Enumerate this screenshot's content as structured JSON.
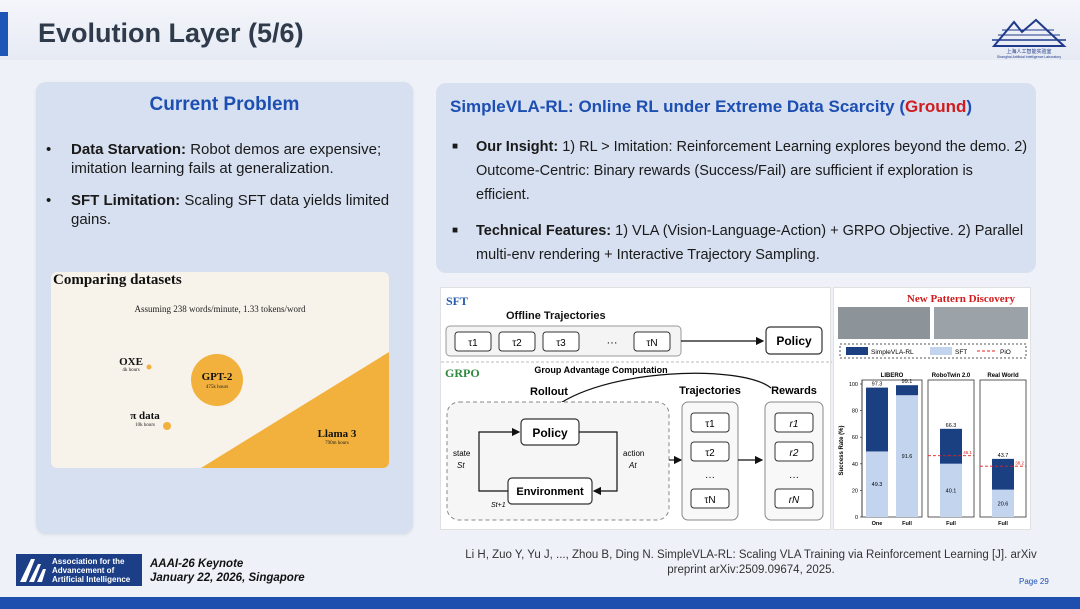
{
  "header": {
    "title": "Evolution Layer (5/6)"
  },
  "logo": {
    "text": "上海人工智能实验室",
    "sub": "Shanghai Artificial Intelligence Laboratory"
  },
  "left_card": {
    "title": "Current Problem",
    "bullets": [
      {
        "head": "Data Starvation:",
        "body": " Robot demos are expensive; imitation learning fails at generalization."
      },
      {
        "head": "SFT Limitation:",
        "body": " Scaling SFT data yields limited gains."
      }
    ],
    "figure": {
      "title": "Comparing datasets",
      "subtitle": "Assuming 238 words/minute, 1.33 tokens/word",
      "items": [
        {
          "name": "OXE",
          "sub": "4k hours"
        },
        {
          "name": "π data",
          "sub": "10k hours"
        },
        {
          "name": "GPT-2",
          "sub": "475k hours"
        },
        {
          "name": "Llama 3",
          "sub": "790m hours"
        }
      ]
    }
  },
  "right_card": {
    "title_main": "SimpleVLA-RL: Online RL under Extreme Data Scarcity ",
    "title_open": "(",
    "title_red": "Ground",
    "title_close": ")",
    "bullets": [
      {
        "head": "Our Insight:",
        "body": " 1) RL > Imitation: Reinforcement Learning explores beyond the demo. 2) Outcome-Centric: Binary rewards (Success/Fail) are sufficient if exploration is efficient."
      },
      {
        "head": "Technical Features:",
        "body": " 1) VLA (Vision-Language-Action) + GRPO Objective. 2) Parallel multi-env rendering + Interactive Trajectory Sampling."
      }
    ]
  },
  "diagram": {
    "sft_label": "SFT",
    "offline_label": "Offline Trajectories",
    "offline_taus": [
      "τ1",
      "τ2",
      "τ3",
      "τN"
    ],
    "ellipsis": "···",
    "policy_label": "Policy",
    "grpo_label": "GRPO",
    "group_adv_label": "Group Advantage Computation",
    "rollout_label": "Rollout",
    "trajectories_label": "Trajectories",
    "rewards_label": "Rewards",
    "state_label": "state",
    "state_sym": "St",
    "action_label": "action",
    "action_sym": "At",
    "next_state_sym": "St+1",
    "environment_label": "Environment",
    "traj_items": [
      "τ1",
      "τ2",
      "···",
      "τN"
    ],
    "reward_items": [
      "r1",
      "r2",
      "···",
      "rN"
    ]
  },
  "chart_data": {
    "type": "bar",
    "title": "New Pattern Discovery",
    "legend": [
      "SimpleVLA-RL",
      "SFT",
      "PiO"
    ],
    "legend_placement": "top",
    "ylabel": "Success Rate (%)",
    "ylim": [
      0,
      100
    ],
    "yticks": [
      0,
      20,
      40,
      60,
      80,
      100
    ],
    "groups": [
      {
        "name": "LIBERO",
        "categories": [
          "One",
          "Full"
        ],
        "sft": [
          49.3,
          91.6
        ],
        "simplevla": [
          97.3,
          99.1
        ]
      },
      {
        "name": "RoboTwin 2.0",
        "categories": [
          "Full"
        ],
        "sft": [
          40.1
        ],
        "simplevla": [
          66.3
        ]
      },
      {
        "name": "Real World",
        "categories": [
          "Full"
        ],
        "sft": [
          20.6
        ],
        "simplevla": [
          43.7
        ]
      }
    ],
    "pi0_refs": [
      {
        "group": "RoboTwin 2.0",
        "value": 46.1
      },
      {
        "group": "Real World",
        "value": 38.2
      }
    ],
    "colors": {
      "simplevla": "#1a4082",
      "sft": "#c3d4ef",
      "pi0": "#e02020"
    }
  },
  "citation": "Li H, Zuo Y, Yu J, ..., Zhou B, Ding N. SimpleVLA-RL: Scaling VLA Training via Reinforcement Learning [J]. arXiv preprint arXiv:2509.09674, 2025.",
  "footer": {
    "org_lines": [
      "Association for the",
      "Advancement of",
      "Artificial Intelligence"
    ],
    "event_line1": "AAAI-26 Keynote",
    "event_line2": "January 22, 2026, Singapore",
    "page": "Page 29"
  },
  "colors": {
    "accent": "#1d4fb2",
    "highlight": "#d01c1c",
    "card_bg": "#d7e0f0"
  }
}
